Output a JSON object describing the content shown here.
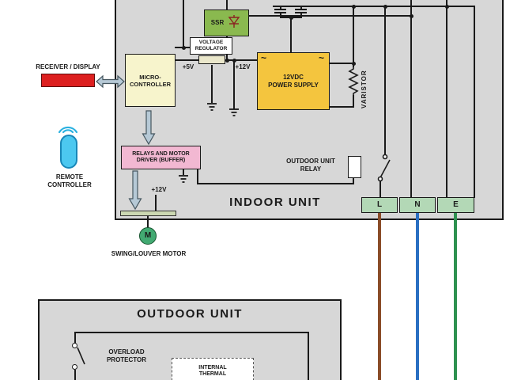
{
  "colors": {
    "unit_bg": "#d7d7d7",
    "micro_bg": "#f7f4cc",
    "ssr_bg": "#8ab94f",
    "power_supply_bg": "#f4c53e",
    "relays_bg": "#f2b8d2",
    "receiver_bg": "#dd2020",
    "remote_bg": "#4cc8f0",
    "motor_bg": "#42aa72",
    "terminal_bg": "#b3d8b6",
    "wire_live": "#8a4c28",
    "wire_neutral": "#2a6fc2",
    "wire_earth": "#2e9150"
  },
  "indoor": {
    "title": "INDOOR UNIT",
    "ssr": "SSR",
    "voltage_regulator": "VOLTAGE\nREGULATOR",
    "v5": "+5V",
    "v12": "+12V",
    "micro": "MICRO-\nCONTROLLER",
    "power_supply": "12VDC\nPOWER SUPPLY",
    "ac_symbol": "~",
    "varistor": "VARISTOR",
    "relays": "RELAYS AND MOTOR\nDRIVER (BUFFER)",
    "outdoor_relay": "OUTDOOR UNIT\nRELAY",
    "motor_v12": "+12V",
    "terminals": [
      {
        "label": "L"
      },
      {
        "label": "N"
      },
      {
        "label": "E"
      }
    ]
  },
  "left": {
    "receiver": "RECEIVER / DISPLAY",
    "remote": "REMOTE\nCONTROLLER",
    "motor_symbol": "M",
    "motor": "SWING/LOUVER MOTOR"
  },
  "outdoor": {
    "title": "OUTDOOR UNIT",
    "overload": "OVERLOAD\nPROTECTOR",
    "thermal": "INTERNAL\nTHERMAL"
  }
}
